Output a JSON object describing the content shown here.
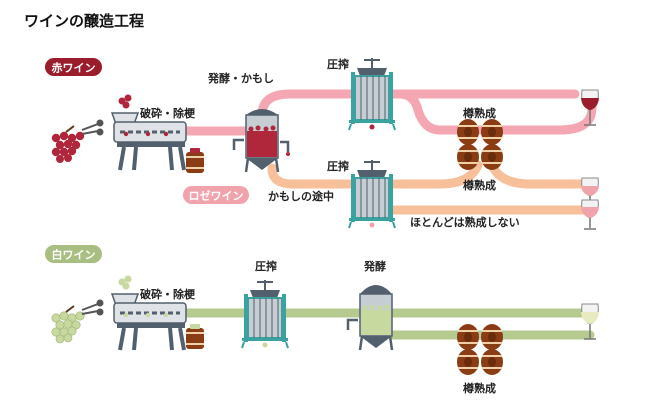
{
  "title": "ワインの醸造工程",
  "colors": {
    "red_line": "#f4a7b3",
    "rose_line": "#f8bf9b",
    "white_line": "#b6c98e",
    "red_badge": "#9b1d2c",
    "rose_badge": "#f0a3aa",
    "white_badge": "#a9bf82",
    "steel": "#52606d",
    "barrel": "#8a3d14",
    "press_frame": "#3aa39f",
    "red_grape": "#b0263b",
    "white_grape": "#c8d9a0"
  },
  "red": {
    "badge": "赤ワイン",
    "crush_label": "破砕・除梗",
    "ferment_label": "発酵・かもし",
    "press_label": "圧搾",
    "barrel_label": "樽熟成"
  },
  "rose": {
    "badge": "ロゼワイン",
    "maceration_label": "かもしの途中",
    "press_label": "圧搾",
    "barrel_label": "樽熟成",
    "no_aging_label": "ほとんどは熟成しない"
  },
  "white": {
    "badge": "白ワイン",
    "crush_label": "破砕・除梗",
    "press_label": "圧搾",
    "ferment_label": "発酵",
    "barrel_label": "樽熟成"
  }
}
